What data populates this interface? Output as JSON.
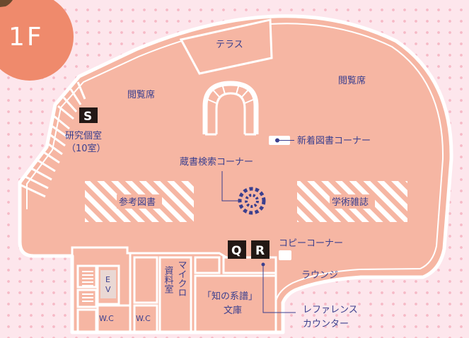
{
  "floor": {
    "label": "1F"
  },
  "rooms": {
    "terrace": "テラス",
    "reading_left": "閲覧席",
    "reading_right": "閲覧席",
    "research_room_line1": "研究個室",
    "research_room_line2": "（10室）",
    "new_books": "新着図書コーナー",
    "opac": "蔵書検索コーナー",
    "reference_books": "参考図書",
    "journals": "学術雑誌",
    "copy_corner": "コピーコーナー",
    "lounge": "ラウンジ",
    "reference_counter_line1": "レファレンス",
    "reference_counter_line2": "カウンター",
    "ev_line1": "E",
    "ev_line2": "V",
    "wc_left": "W.C",
    "wc_right": "W.C",
    "archives_col1": "資料室",
    "archives_col2": "マイクロ",
    "bunko_line1": "「知の系譜」",
    "bunko_line2": "文庫"
  },
  "badges": {
    "s": "S",
    "q": "Q",
    "r": "R"
  },
  "colors": {
    "floor_fill": "#f6b6a3",
    "floor_outline": "#ffffff",
    "label": "#3b3f8e",
    "badge": "#231815",
    "floor_badge": "#ef8a6c",
    "background": "#fde6ec"
  }
}
